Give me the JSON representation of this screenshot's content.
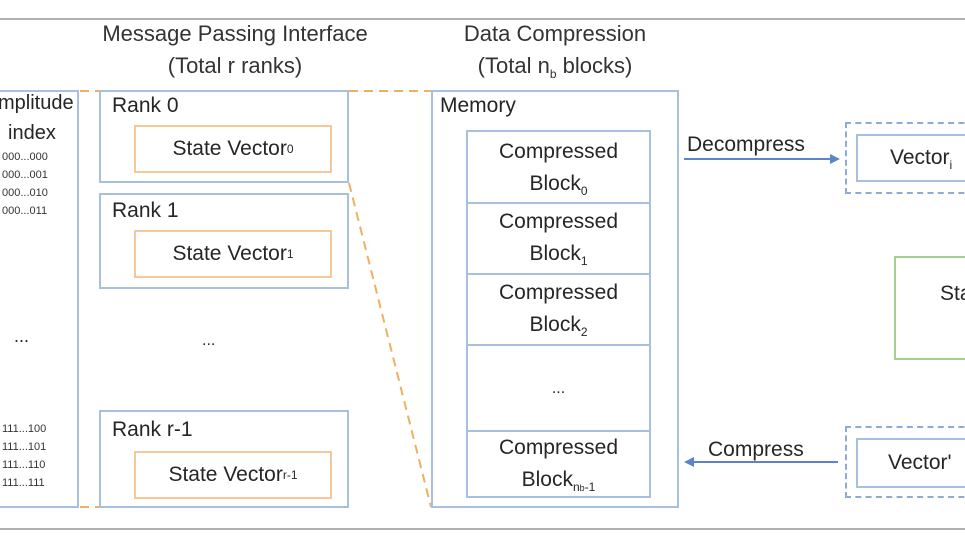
{
  "amplitude": {
    "title": "mplitude",
    "index_label": "index",
    "top_indices": [
      "000...000",
      "000...001",
      "000...010",
      "000...011"
    ],
    "ellipsis": "...",
    "bottom_indices": [
      "111...100",
      "111...101",
      "111...110",
      "111...111"
    ]
  },
  "mpi": {
    "title_line1": "Message Passing Interface",
    "title_line2": "(Total r ranks)",
    "ranks": [
      {
        "label": "Rank 0",
        "vector": "State Vector",
        "sub": "0"
      },
      {
        "label": "Rank 1",
        "vector": "State Vector",
        "sub": "1"
      },
      {
        "label": "Rank r-1",
        "vector": "State Vector",
        "sub": "r-1"
      }
    ],
    "ellipsis": "..."
  },
  "compression": {
    "title_line1": "Data Compression",
    "title_line2_prefix": "(Total n",
    "title_line2_sub": "b",
    "title_line2_suffix": " blocks)",
    "memory_label": "Memory",
    "block_word1": "Compressed",
    "block_word2": "Block",
    "block_subs": [
      "0",
      "1",
      "2"
    ],
    "ellipsis": "...",
    "last_block_sub": "n",
    "last_block_sub2": "b",
    "last_block_sub3": "-1"
  },
  "arrows": {
    "decompress": "Decompress",
    "compress": "Compress"
  },
  "right": {
    "vector_top": "Vector",
    "vector_top_sub": "i",
    "state_partial": "Sta",
    "vector_bottom": "Vector'"
  }
}
